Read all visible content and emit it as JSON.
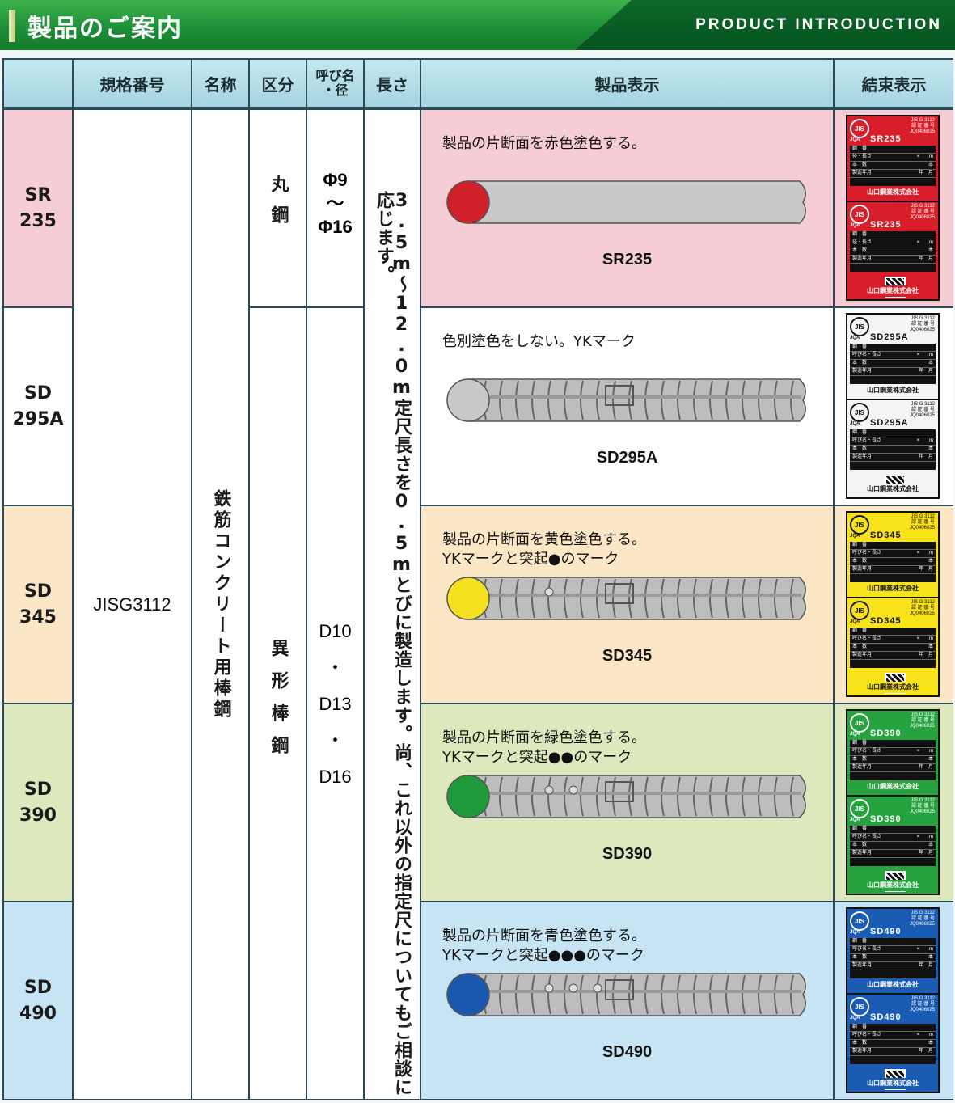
{
  "header": {
    "title": "製品のご案内",
    "subtitle": "PRODUCT INTRODUCTION"
  },
  "columns": [
    "",
    "規格番号",
    "名称",
    "区分",
    "呼び名\n・径",
    "長さ",
    "製品表示",
    "結束表示"
  ],
  "standard": "JISG3112",
  "name": "鉄筋コンクリート用棒鋼",
  "length": "3.5m〜12.0m定尺長さを0.5mとびに製造します。尚、これ以外の指定尺についてもご相談に応じます。",
  "categories": [
    {
      "label": "丸鋼",
      "size": "Φ9\n〜\nΦ16"
    },
    {
      "label": "異形棒鋼",
      "size": "D10\n・\nD13\n・\nD16"
    }
  ],
  "products": [
    {
      "grade": "SR\n235",
      "name": "SR235",
      "desc": "製品の片断面を赤色塗色する。",
      "bg": "#f6cdd4",
      "color": "#d0202a",
      "tag": "#d81e2a",
      "bar": "round",
      "dots": 0
    },
    {
      "grade": "SD\n295A",
      "name": "SD295A",
      "desc": "色別塗色をしない。YKマーク",
      "bg": "#ffffff",
      "color": "#c8c8c8",
      "tag": "#f4f4f4",
      "bar": "deformed",
      "dots": 0
    },
    {
      "grade": "SD\n345",
      "name": "SD345",
      "desc": "製品の片断面を黄色塗色する。\nYKマークと突起●のマーク",
      "bg": "#fbe6c6",
      "color": "#f5e020",
      "tag": "#f8e21a",
      "bar": "deformed",
      "dots": 1
    },
    {
      "grade": "SD\n390",
      "name": "SD390",
      "desc": "製品の片断面を緑色塗色する。\nYKマークと突起●●のマーク",
      "bg": "#dde8bd",
      "color": "#1e9a3a",
      "tag": "#26a33e",
      "bar": "deformed",
      "dots": 2
    },
    {
      "grade": "SD\n490",
      "name": "SD490",
      "desc": "製品の片断面を青色塗色する。\nYKマークと突起●●●のマーク",
      "bg": "#c6e4f4",
      "color": "#1a58b0",
      "tag": "#1a5cb4",
      "bar": "deformed",
      "dots": 3
    }
  ],
  "tag_text": {
    "jis": "JIS",
    "jqa": "JQA",
    "std": "JIS G 3112",
    "cert": "認 証 番 号",
    "certno": "JQ0406025",
    "rows": [
      "鋼　番",
      "径・長さ",
      "本　数",
      "製造年月"
    ],
    "rows_d": [
      "鋼　番",
      "呼び名・長さ",
      "本　数",
      "製造年月"
    ],
    "units": [
      "",
      "×　　m",
      "本",
      "年　月"
    ],
    "company": "山口鋼業株式会社"
  }
}
